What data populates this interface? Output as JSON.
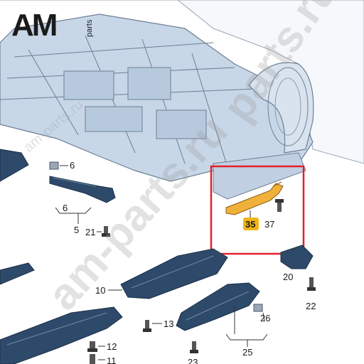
{
  "logo": {
    "am": "AM",
    "parts": "parts"
  },
  "watermarks": {
    "main": "am-parts.ru",
    "secondary": "am-parts.ru",
    "top_right": "parts.ru"
  },
  "callouts": {
    "c6a": "6",
    "c6b": "6",
    "c5": "5",
    "c21": "21",
    "c35": "35",
    "c37": "37",
    "c20": "20",
    "c22": "22",
    "c10": "10",
    "c13": "13",
    "c12": "12",
    "c11": "11",
    "c26": "26",
    "c25": "25",
    "c23": "23"
  },
  "colors": {
    "part_fill": "#2e4a6a",
    "part_edge": "#1b2f45",
    "floor_fill": "#c8d7e8",
    "floor_line": "#6d7f94",
    "highlight_box": "#e3202a",
    "highlight_part": "#f0b13a",
    "label_35_fill": "#f1b418"
  }
}
